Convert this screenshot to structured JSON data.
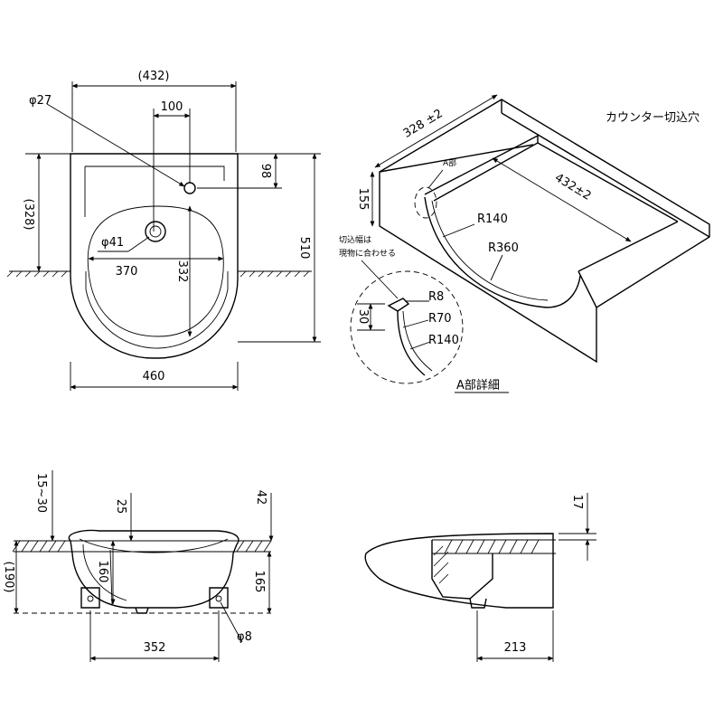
{
  "top_view": {
    "dim_width_ref": "(432)",
    "dim_tap_hole_dia": "φ27",
    "dim_tap_offset": "100",
    "dim_tap_from_back": "98",
    "dim_depth_ref": "(328)",
    "dim_drain_dia": "φ41",
    "dim_basin_width": "370",
    "dim_basin_depth": "332",
    "dim_total_depth": "510",
    "dim_total_width": "460"
  },
  "iso_view": {
    "title": "カウンター切込穴",
    "dim_depth": "328 ±2",
    "dim_width": "432±2",
    "dim_height": "155",
    "part_label": "A部",
    "dim_r140": "R140",
    "dim_r360": "R360"
  },
  "detail_view": {
    "note_line1": "切込幅は",
    "note_line2": "現物に合わせる",
    "dim_r8": "R8",
    "dim_30": "30",
    "dim_r70": "R70",
    "dim_r140": "R140",
    "title": "A部詳細"
  },
  "front_view": {
    "dim_rim": "15~30",
    "dim_25": "25",
    "dim_42": "42",
    "dim_190": "(190)",
    "dim_160": "160",
    "dim_165": "165",
    "dim_352": "352",
    "dim_bolt_dia": "φ8"
  },
  "side_view": {
    "dim_17": "17",
    "dim_213": "213"
  }
}
